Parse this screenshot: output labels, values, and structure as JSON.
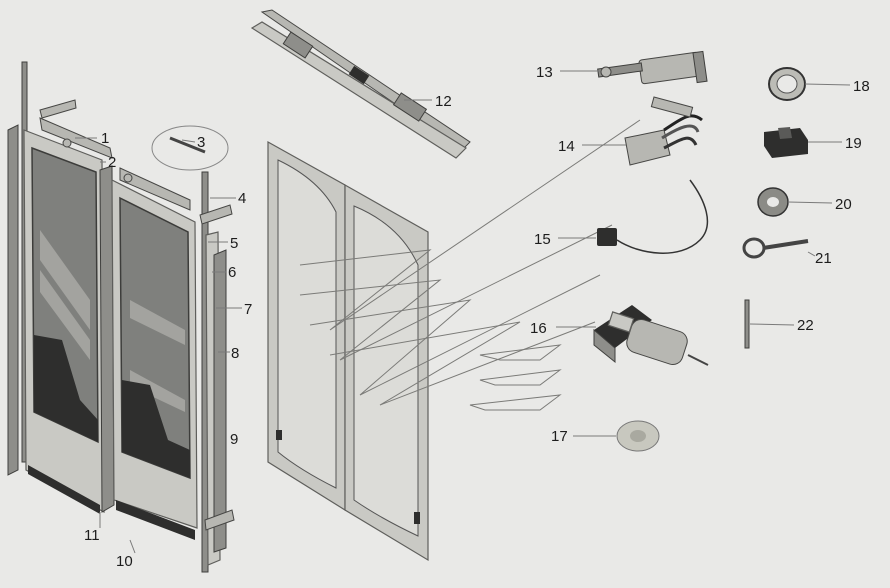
{
  "callouts": [
    {
      "id": "c1",
      "text": "1"
    },
    {
      "id": "c2",
      "text": "2"
    },
    {
      "id": "c3",
      "text": "3"
    },
    {
      "id": "c4",
      "text": "4"
    },
    {
      "id": "c5",
      "text": "5"
    },
    {
      "id": "c6",
      "text": "6"
    },
    {
      "id": "c7",
      "text": "7"
    },
    {
      "id": "c8",
      "text": "8"
    },
    {
      "id": "c9",
      "text": "9"
    },
    {
      "id": "c10",
      "text": "10"
    },
    {
      "id": "c11",
      "text": "11"
    },
    {
      "id": "c12",
      "text": "12"
    },
    {
      "id": "c13",
      "text": "13"
    },
    {
      "id": "c14",
      "text": "14"
    },
    {
      "id": "c15",
      "text": "15"
    },
    {
      "id": "c16",
      "text": "16"
    },
    {
      "id": "c17",
      "text": "17"
    },
    {
      "id": "c18",
      "text": "18"
    },
    {
      "id": "c19",
      "text": "19"
    },
    {
      "id": "c20",
      "text": "20"
    },
    {
      "id": "c21",
      "text": "21"
    },
    {
      "id": "c22",
      "text": "22"
    }
  ],
  "colors": {
    "background": "#e9e9e7",
    "glass": "#7f807d",
    "frame": "#c9c9c4",
    "dark_parts": "#2e2e2d"
  }
}
